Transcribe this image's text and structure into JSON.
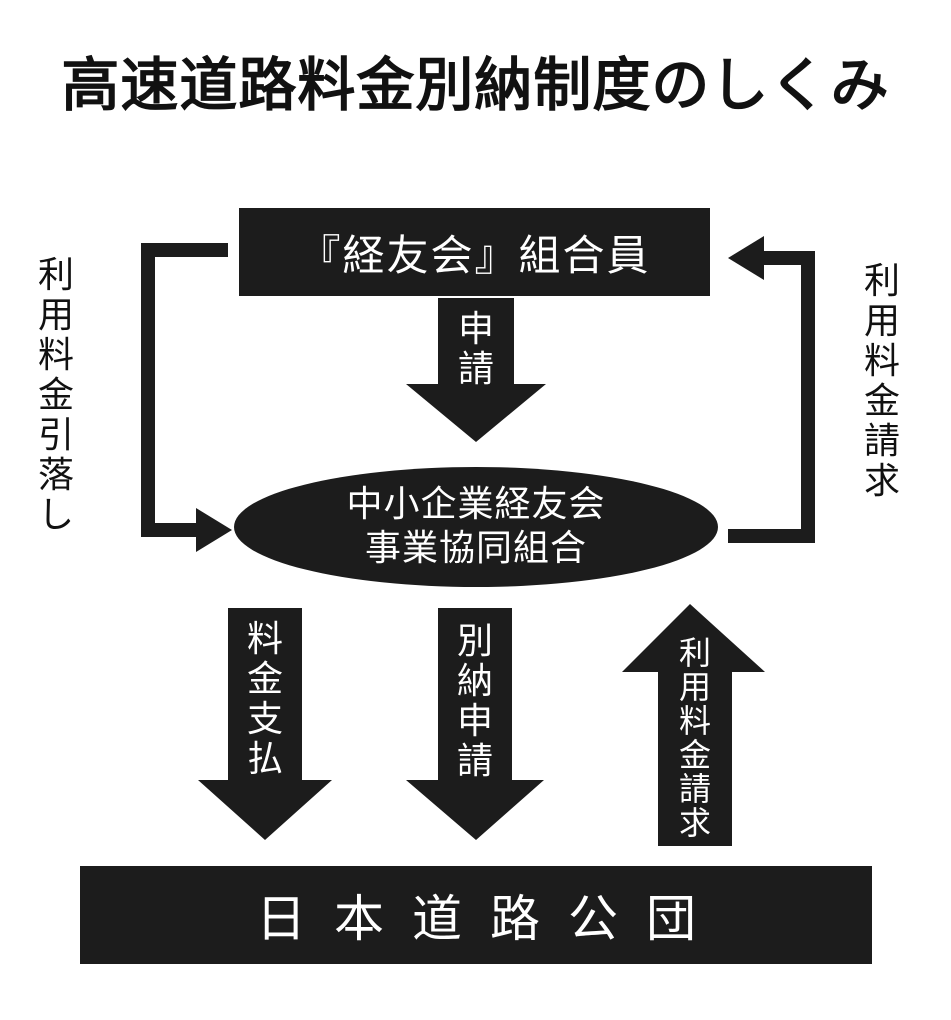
{
  "title": "高速道路料金別納制度のしくみ",
  "member": "『経友会』組合員",
  "cooperative": [
    "中小企業経友会",
    "事業協同組合"
  ],
  "japan_highway": "日本道路公団",
  "left_flow_label": "利用料金引落し",
  "right_flow_label": "利用料金請求",
  "application_label": "申請",
  "payment_label": "料金支払",
  "separate_application_label": "別納申請",
  "bottom_right_label": "利用料金請求"
}
